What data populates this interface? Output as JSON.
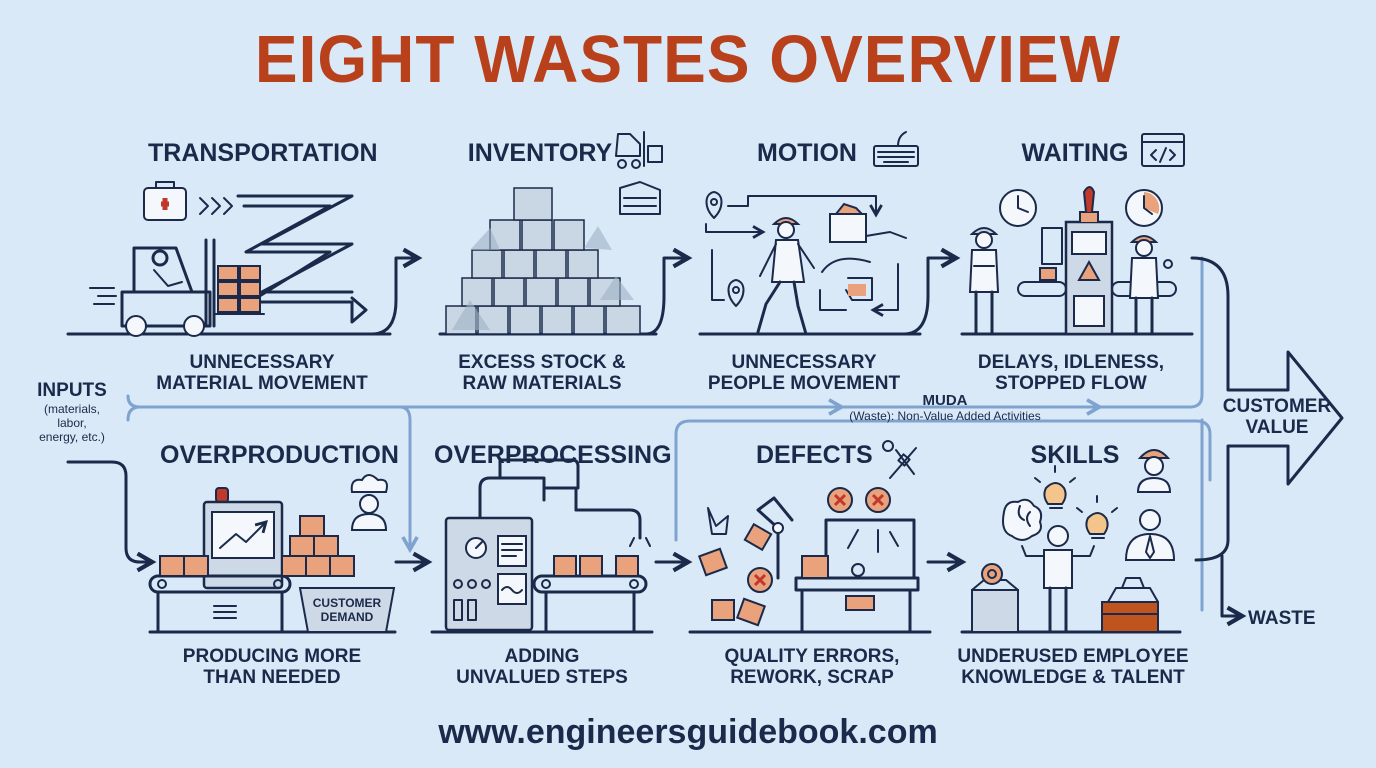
{
  "title": "EIGHT WASTES OVERVIEW",
  "inputs": {
    "label": "INPUTS",
    "sub1": "(materials,",
    "sub2": "labor,",
    "sub3": "energy, etc.)"
  },
  "muda": {
    "label": "MUDA",
    "sub": "(Waste): Non-Value Added Activities"
  },
  "customer_value": {
    "line1": "CUSTOMER",
    "line2": "VALUE"
  },
  "waste_label": "WASTE",
  "customer_demand": {
    "line1": "CUSTOMER",
    "line2": "DEMAND"
  },
  "wastes": [
    {
      "name": "TRANSPORTATION",
      "desc1": "UNNECESSARY",
      "desc2": "MATERIAL MOVEMENT"
    },
    {
      "name": "INVENTORY",
      "desc1": "EXCESS STOCK &",
      "desc2": "RAW MATERIALS"
    },
    {
      "name": "MOTION",
      "desc1": "UNNECESSARY",
      "desc2": "PEOPLE MOVEMENT"
    },
    {
      "name": "WAITING",
      "desc1": "DELAYS, IDLENESS,",
      "desc2": "STOPPED FLOW"
    },
    {
      "name": "OVERPRODUCTION",
      "desc1": "PRODUCING MORE",
      "desc2": "THAN NEEDED"
    },
    {
      "name": "OVERPROCESSING",
      "desc1": "ADDING",
      "desc2": "UNVALUED STEPS"
    },
    {
      "name": "DEFECTS",
      "desc1": "QUALITY ERRORS,",
      "desc2": "REWORK, SCRAP"
    },
    {
      "name": "SKILLS",
      "desc1": "UNDERUSED EMPLOYEE",
      "desc2": "KNOWLEDGE & TALENT"
    }
  ],
  "footer": "www.engineersguidebook.com",
  "colors": {
    "title": "#b8401b",
    "ink": "#1b2a4a",
    "box": "#e9a27c",
    "flow": "#7fa3cf",
    "background": "#d9e9f7"
  },
  "icons": [
    "first-aid-icon",
    "forklift-icon",
    "keyboard-icon",
    "code-window-icon",
    "clock-icon",
    "chef-icon",
    "tools-icon",
    "worker-icon",
    "lightbulb-icon",
    "brain-icon",
    "toolbox-icon",
    "location-pin-icon",
    "warning-icon",
    "x-mark-icon"
  ]
}
